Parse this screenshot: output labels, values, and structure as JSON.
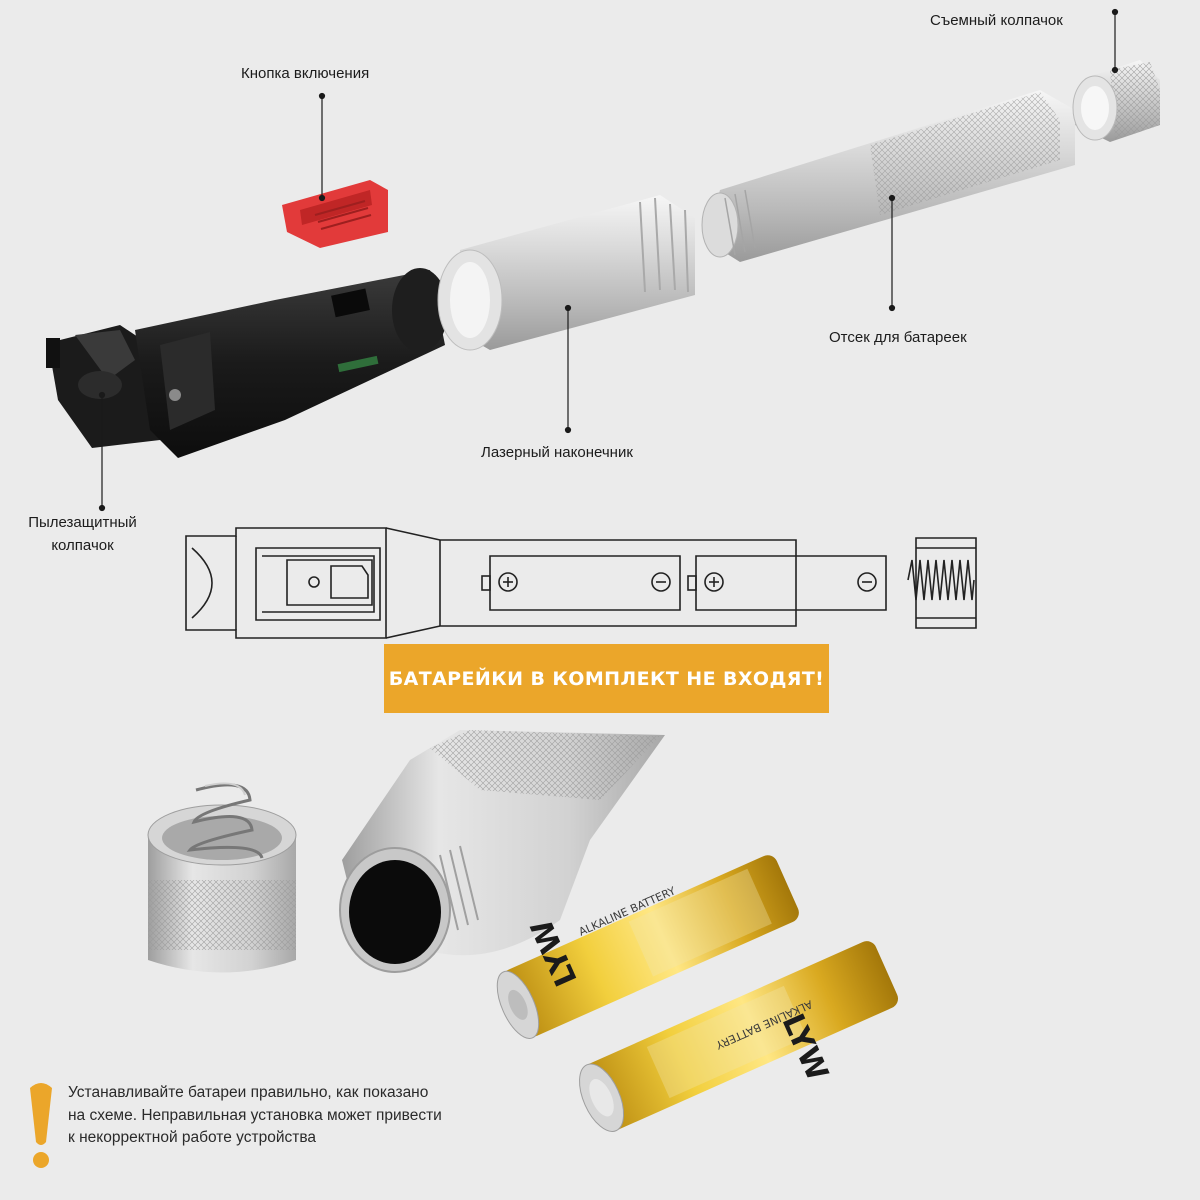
{
  "labels": {
    "cap": "Съемный колпачок",
    "button": "Кнопка включения",
    "battery_compartment": "Отсек для батареек",
    "laser_tip": "Лазерный наконечник",
    "dust_cap_line1": "Пылезащитный",
    "dust_cap_line2": "колпачок"
  },
  "banner": "БАТАРЕЙКИ В КОМПЛЕКТ НЕ ВХОДЯТ!",
  "warning": "Устанавливайте батареи правильно, как показано на схеме. Неправильная установка может привести к некорректной работе устройства",
  "battery_brand": "LYW",
  "battery_type": "ALKALINE BATTERY",
  "colors": {
    "accent": "#eba62a",
    "button_red": "#e23a3a",
    "background": "#ebebeb"
  }
}
